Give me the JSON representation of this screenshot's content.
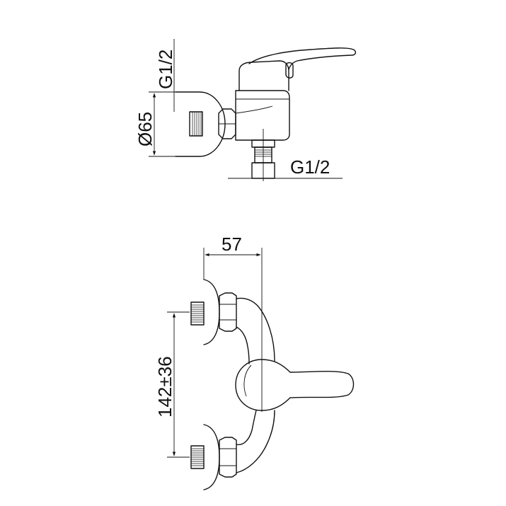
{
  "dimensions": {
    "top_inlet_thread": "G1/2",
    "top_diameter": "Ø65",
    "top_outlet_thread": "G1/2",
    "bottom_width": "57",
    "bottom_center_distance": "142±36"
  },
  "colors": {
    "line": "#111111",
    "background": "#ffffff"
  }
}
